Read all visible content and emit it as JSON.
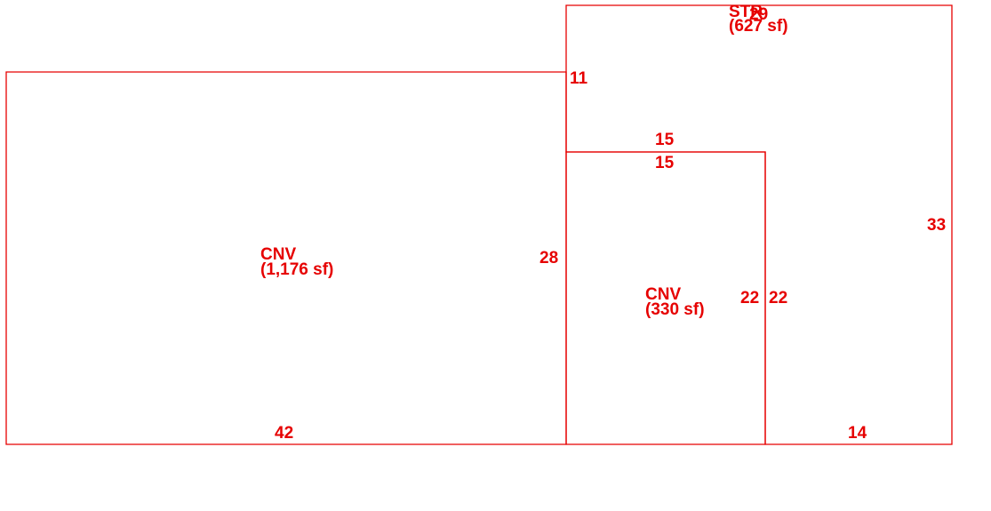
{
  "colors": {
    "line": "#e60000",
    "text": "#e60000",
    "background": "#ffffff"
  },
  "areas": [
    {
      "name": "CNV",
      "area": "(1,176 sf)"
    },
    {
      "name": "STR",
      "area": "(627 sf)"
    },
    {
      "name": "CNV",
      "area": "(330 sf)"
    }
  ],
  "dimensions": {
    "left_bottom": "42",
    "left_height": "28",
    "offset_top": "11",
    "inner_top_outer": "15",
    "inner_top_inner": "15",
    "inner_right_left": "22",
    "inner_right_right": "22",
    "right_height": "33",
    "right_bottom": "14",
    "str_top": "29"
  }
}
